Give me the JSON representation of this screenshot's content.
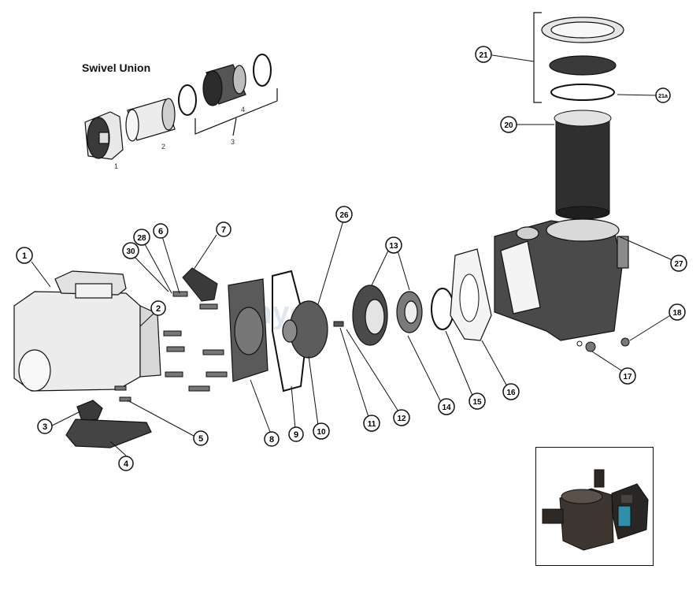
{
  "diagram": {
    "title": "Swivel Union",
    "callouts": [
      "1",
      "2",
      "3",
      "4",
      "5",
      "6",
      "7",
      "8",
      "9",
      "10",
      "11",
      "12",
      "13",
      "14",
      "15",
      "16",
      "17",
      "18",
      "20",
      "21",
      "21a",
      "26",
      "27",
      "28",
      "30"
    ],
    "union_labels": [
      "1",
      "2",
      "3",
      "4"
    ],
    "watermark": "inyo"
  },
  "colors": {
    "line": "#111111",
    "part_fill": "#e8e8e8",
    "part_dark": "#3a3a3a",
    "watermark": "#dfe6f0"
  }
}
